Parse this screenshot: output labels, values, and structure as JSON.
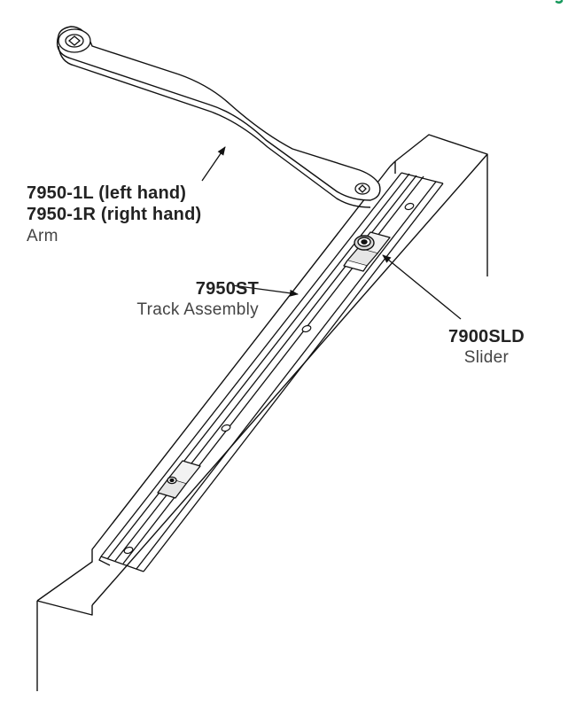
{
  "callouts": {
    "arm": {
      "part_numbers": [
        "7950-1L (left hand)",
        "7950-1R (right hand)"
      ],
      "description": "Arm"
    },
    "track": {
      "part_number": "7950ST",
      "description": "Track Assembly"
    },
    "slider": {
      "part_number": "7900SLD",
      "description": "Slider"
    }
  },
  "colors": {
    "line": "#111111",
    "text": "#222222",
    "accent": "#1a9a5e"
  }
}
